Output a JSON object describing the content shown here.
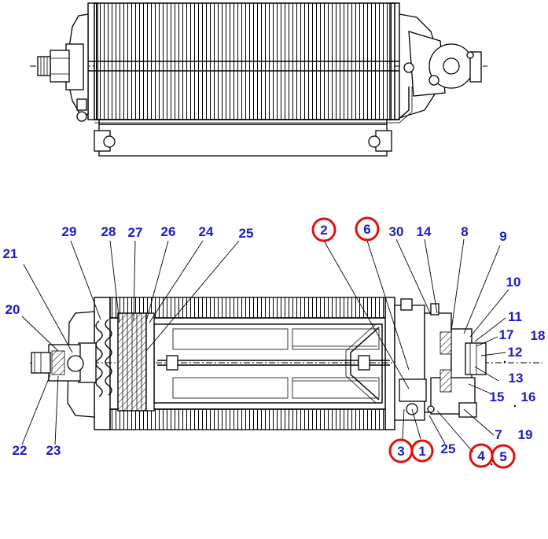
{
  "part_labels": {
    "l1": "1",
    "l2": "2",
    "l3": "3",
    "l4": "4",
    "l5": "5",
    "l6": "6",
    "l7": "7",
    "l8": "8",
    "l9": "9",
    "l10": "10",
    "l11": "11",
    "l12": "12",
    "l13": "13",
    "l14": "14",
    "l15": "15",
    "l16": "16",
    "l17": "17",
    "l18": "18",
    "l19": "19",
    "l20": "20",
    "l21": "21",
    "l22": "22",
    "l23": "23",
    "l24": "24",
    "l25a": "25",
    "l25b": "25",
    "l26": "26",
    "l27": "27",
    "l28": "28",
    "l29": "29",
    "l30": "30"
  },
  "colors": {
    "label": "#1a1acc",
    "highlight": "#e01010",
    "line": "#000000"
  }
}
